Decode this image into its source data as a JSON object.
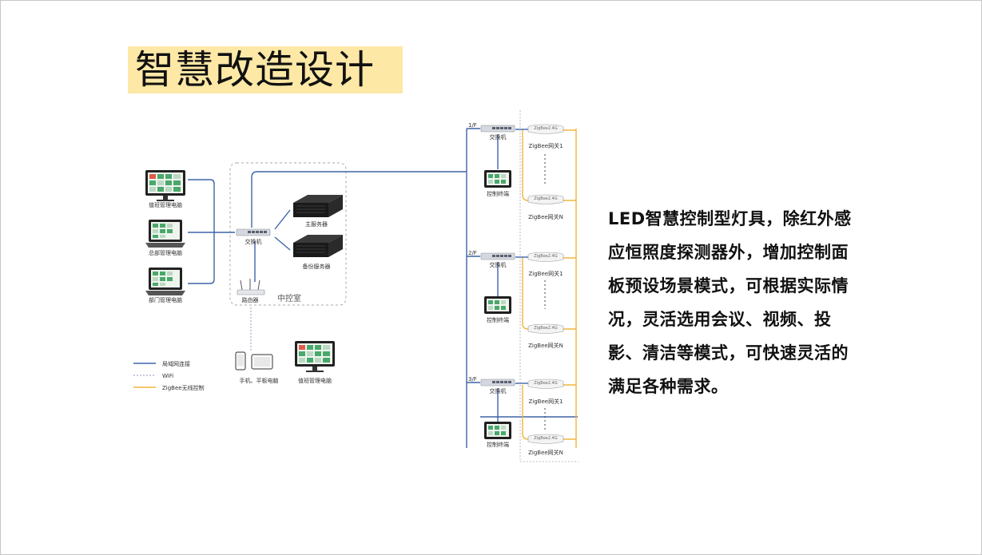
{
  "title": "智慧改造设计",
  "description": "LED智慧控制型灯具，除红外感应恒照度探测器外，增加控制面板预设场景模式，可根据实际情况，灵活选用会议、视频、投影、清洁等模式，可快速灵活的满足各种需求。",
  "colors": {
    "title_highlight": "#fde8a6",
    "lan": "#3e63a8",
    "wifi": "#8a9bbf",
    "zigbee": "#f0b63c"
  },
  "diagram": {
    "computers": [
      "值班管理电脑",
      "总部管理电脑",
      "部门管理电脑"
    ],
    "switch_label": "交换机",
    "main_server": "主服务器",
    "backup_server": "备份服务器",
    "router": "路由器",
    "control_room": "中控室",
    "mobile_devices": "手机、平板电脑",
    "duty_computer": "值班管理电脑",
    "floors": [
      {
        "name": "1/F",
        "switch": "交换机",
        "terminal": "控制终端",
        "gateway_top": "ZigBee网关1",
        "gateway_bottom": "ZigBee网关N",
        "device_tag": "ZigBee2.4G"
      },
      {
        "name": "2/F",
        "switch": "交换机",
        "terminal": "控制终端",
        "gateway_top": "ZigBee网关1",
        "gateway_bottom": "ZigBee网关N",
        "device_tag": "ZigBee2.4G"
      },
      {
        "name": "3/F",
        "switch": "交换机",
        "terminal": "控制终端",
        "gateway_top": "ZigBee网关1",
        "gateway_bottom": "ZigBee网关N",
        "device_tag": "ZigBee2.4G"
      }
    ],
    "legend": [
      "局域网连接",
      "WiFi",
      "ZigBee无线控制"
    ]
  }
}
